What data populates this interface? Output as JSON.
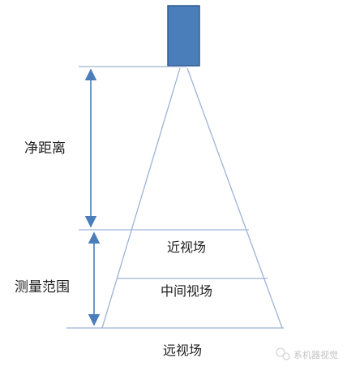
{
  "labels": {
    "working_distance": "净距离",
    "measurement_range": "测量范围",
    "near_field": "近视场",
    "middle_field": "中间视场",
    "far_field": "远视场"
  },
  "watermark": {
    "text": "系机器视觉",
    "icon": "wechat-icon"
  },
  "colors": {
    "sensor_fill": "#4a7ebb",
    "sensor_stroke": "#2f5b91",
    "line": "#9db3d6",
    "arrow": "#4a7ebb",
    "text": "#222222"
  }
}
